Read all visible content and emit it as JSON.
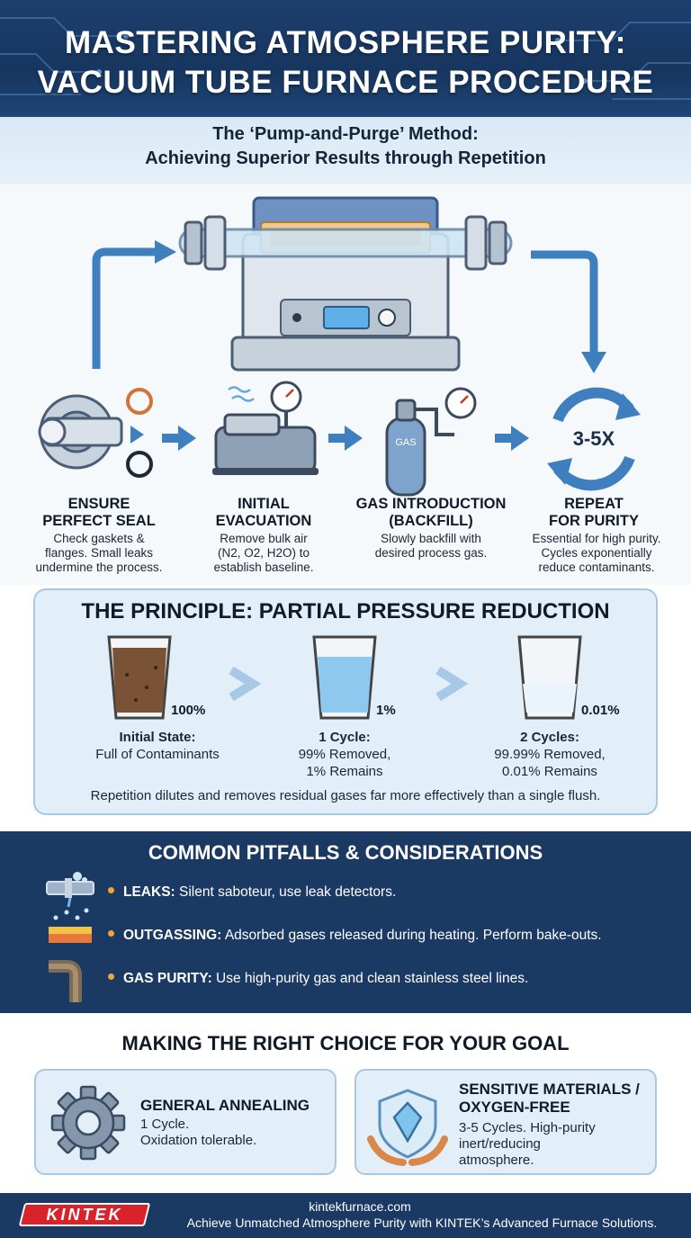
{
  "header": {
    "title_line1": "MASTERING ATMOSPHERE PURITY:",
    "title_line2": "VACUUM TUBE FURNACE PROCEDURE"
  },
  "subtitle": {
    "line1": "The ‘Pump-and-Purge’ Method:",
    "line2": "Achieving Superior Results through Repetition"
  },
  "steps": [
    {
      "title1": "ENSURE",
      "title2": "PERFECT SEAL",
      "desc1": "Check gaskets &",
      "desc2": "flanges. Small leaks",
      "desc3": "undermine the process.",
      "icon": "flange-seal-icon"
    },
    {
      "title1": "INITIAL",
      "title2": "EVACUATION",
      "desc1": "Remove bulk air",
      "desc2": "(N2, O2, H2O) to",
      "desc3": "establish baseline.",
      "icon": "vacuum-pump-icon"
    },
    {
      "title1": "GAS INTRODUCTION",
      "title2": "(BACKFILL)",
      "desc1": "Slowly backfill with",
      "desc2": "desired process gas.",
      "desc3": "",
      "icon": "gas-cylinder-icon"
    },
    {
      "title1": "REPEAT",
      "title2": "FOR PURITY",
      "desc1": "Essential for high purity.",
      "desc2": "Cycles exponentially",
      "desc3": "reduce contaminants.",
      "icon": "repeat-cycle-icon"
    }
  ],
  "gas_cylinder_label": "GAS",
  "repeat_badge": "3-5X",
  "principle": {
    "title": "THE PRINCIPLE: PARTIAL PRESSURE REDUCTION",
    "cups": [
      {
        "pct": "100%",
        "fill": 1.0,
        "cap1": "Initial State:",
        "cap2": "Full of Contaminants",
        "cap3": ""
      },
      {
        "pct": "1%",
        "fill": 0.01,
        "cap1": "1 Cycle:",
        "cap2": "99% Removed,",
        "cap3": "1% Remains"
      },
      {
        "pct": "0.01%",
        "fill": 0.0001,
        "cap1": "2 Cycles:",
        "cap2": "99.99% Removed,",
        "cap3": "0.01% Remains"
      }
    ],
    "note": "Repetition dilutes and removes residual gases far more effectively than a single flush."
  },
  "pitfalls": {
    "title": "COMMON PITFALLS & CONSIDERATIONS",
    "items": [
      {
        "label": "LEAKS:",
        "text": " Silent saboteur, use leak detectors.",
        "icon": "leaking-pipe-icon"
      },
      {
        "label": "OUTGASSING:",
        "text": " Adsorbed gases released during heating. Perform bake-outs.",
        "icon": "outgassing-icon"
      },
      {
        "label": "GAS PURITY:",
        "text": " Use high-purity gas and clean stainless steel lines.",
        "icon": "rusty-pipe-icon"
      }
    ]
  },
  "choice": {
    "title": "MAKING THE RIGHT CHOICE FOR YOUR GOAL",
    "cards": [
      {
        "title1": "GENERAL ANNEALING",
        "title2": "",
        "desc1": "1 Cycle.",
        "desc2": "Oxidation tolerable.",
        "desc3": "",
        "icon": "gear-icon"
      },
      {
        "title1": "SENSITIVE MATERIALS /",
        "title2": "OXYGEN-FREE",
        "desc1": "3-5 Cycles. High-purity",
        "desc2": "inert/reducing",
        "desc3": "atmosphere.",
        "icon": "shield-crystal-icon"
      }
    ]
  },
  "footer": {
    "logo": "KINTEK",
    "url": "kintekfurnace.com",
    "tagline": "Achieve Unmatched Atmosphere Purity with KINTEK’s Advanced Furnace Solutions."
  },
  "colors": {
    "navy": "#1b3a63",
    "accent_blue": "#3f7fc0",
    "light_panel": "#e3eff8",
    "bullet_orange": "#f2a33a",
    "brand_red": "#d9232a"
  }
}
